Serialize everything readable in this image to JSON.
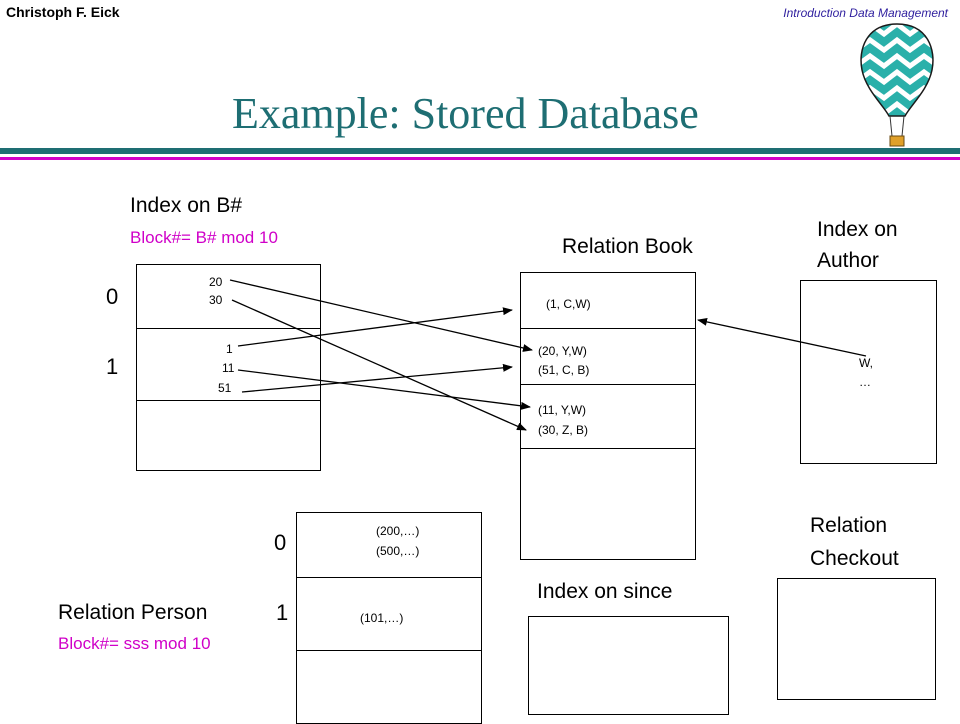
{
  "header": {
    "author": "Christoph F. Eick",
    "course": "Introduction Data Management",
    "title": "Example: Stored Database"
  },
  "index_bnum": {
    "title": "Index on B#",
    "formula": "Block#= B# mod 10",
    "bucket0_label": "0",
    "bucket1_label": "1",
    "bucket0_entries": [
      "20",
      "30"
    ],
    "bucket1_entries": [
      "1",
      "11",
      "51"
    ]
  },
  "relation_book": {
    "title": "Relation Book",
    "block0": [
      "(1, C,W)"
    ],
    "block1": [
      "(20, Y,W)",
      "(51, C, B)"
    ],
    "block2": [
      "(11, Y,W)",
      "(30, Z, B)"
    ]
  },
  "index_author": {
    "title_line1": "Index on",
    "title_line2": "Author",
    "entries": [
      "W,",
      "…"
    ]
  },
  "relation_person": {
    "title": "Relation Person",
    "formula": "Block#= sss mod 10",
    "bucket0_label": "0",
    "bucket1_label": "1",
    "bucket0_entries": [
      "(200,…)",
      "(500,…)"
    ],
    "bucket1_entries": [
      "(101,…)"
    ]
  },
  "index_since": {
    "title": "Index on since"
  },
  "relation_checkout": {
    "title_line1": "Relation",
    "title_line2": "Checkout"
  },
  "colors": {
    "title": "#1e6e73",
    "accent": "#d000c8",
    "course": "#2e1e9e",
    "band_teal": "#1e6e73",
    "band_magenta": "#d000c8"
  },
  "icons": {
    "logo": "hot-air-balloon-icon"
  }
}
